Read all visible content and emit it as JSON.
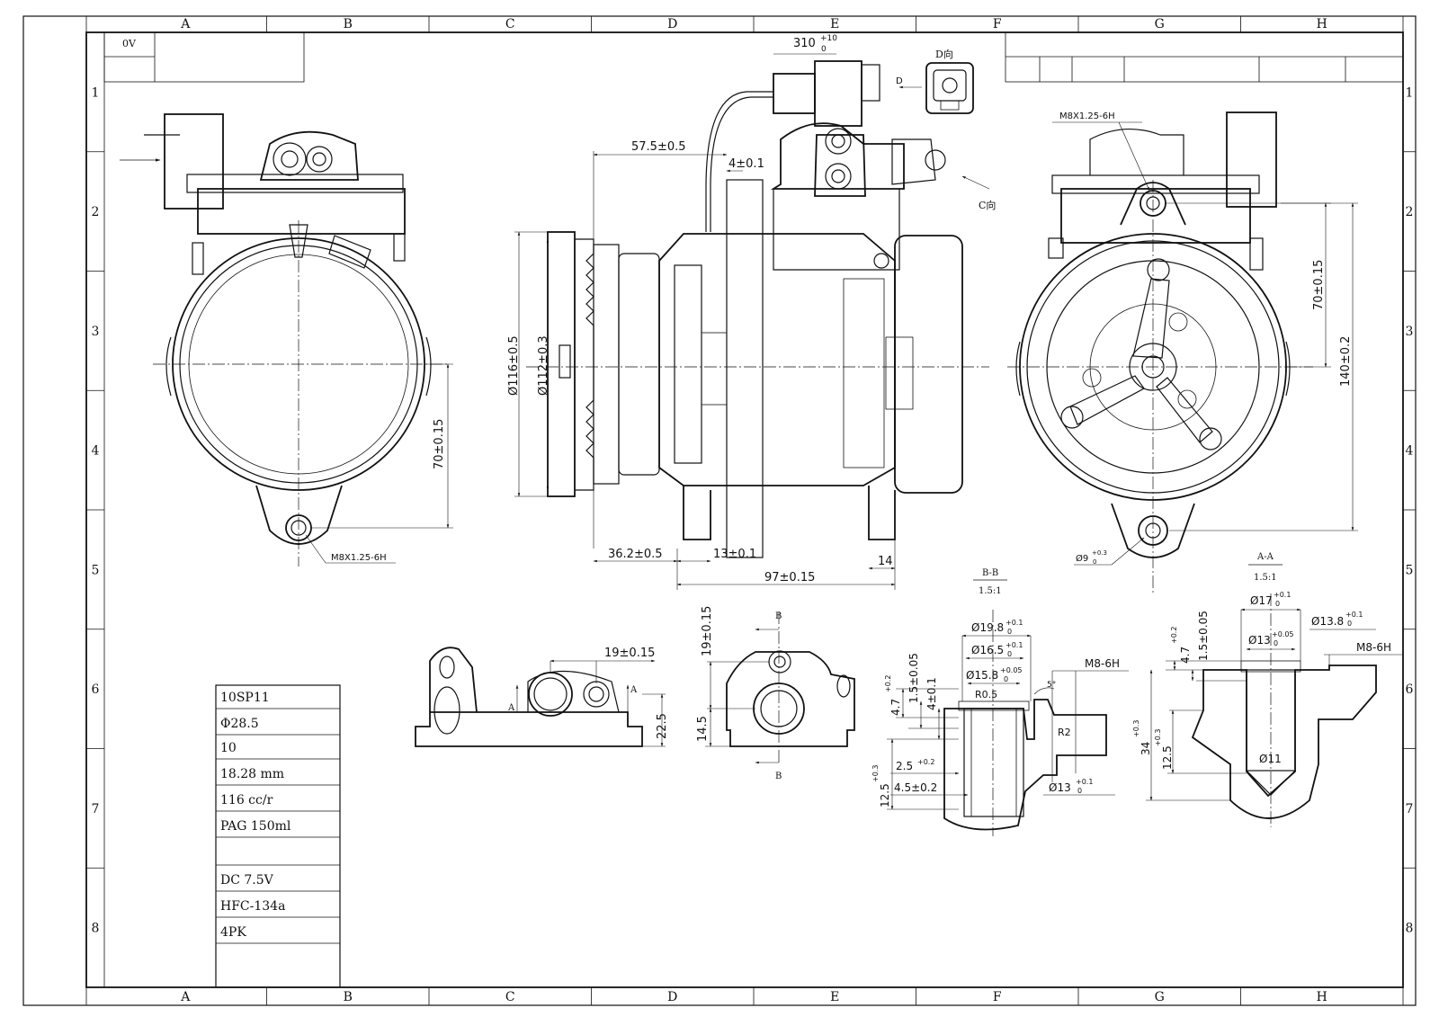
{
  "border": {
    "columns": [
      "A",
      "B",
      "C",
      "D",
      "E",
      "F",
      "G",
      "H"
    ],
    "rows": [
      "1",
      "2",
      "3",
      "4",
      "5",
      "6",
      "7",
      "8"
    ]
  },
  "title_block": {
    "revision": "0V"
  },
  "specs": [
    "10SP11",
    "Φ28.5",
    "10",
    "18.28 mm",
    "116 cc/r",
    "PAG 150ml",
    "",
    "DC 7.5V",
    "HFC-134a",
    "4PK"
  ],
  "side_view": {
    "lead_length": "310",
    "lead_tol": "+10",
    "lead_tol_low": "0",
    "d1": "57.5±0.5",
    "d2": "4±0.1",
    "d3": "Ø116±0.5",
    "d4": "Ø112±0.3",
    "d5": "36.2±0.5",
    "d6": "13±0.1",
    "d7": "97±0.15",
    "d8": "14",
    "view_c": "C向",
    "arrow_d": "D",
    "view_d": "D向"
  },
  "left_view": {
    "d1": "70±0.15",
    "thread": "M8X1.25-6H"
  },
  "right_view": {
    "thread": "M8X1.25-6H",
    "d1": "70±0.15",
    "d2": "140±0.2",
    "bore": "Ø9",
    "bore_tol": "+0.3",
    "bore_tol_low": "0"
  },
  "head_plan": {
    "d1": "19±0.15",
    "d2": "22.5",
    "cut": "A"
  },
  "head_front": {
    "d1": "19±0.15",
    "d2": "14.5",
    "cut": "B"
  },
  "section_bb": {
    "title": "B-B",
    "scale": "1.5:1",
    "d1": "Ø19.8",
    "d1_tol": "+0.1",
    "d2": "Ø16.5",
    "d2_tol": "+0.1",
    "d3": "Ø15.8",
    "d3_tol": "+0.05",
    "tol_low": "0",
    "thread": "M8-6H",
    "r1": "R0.5",
    "r2": "R2",
    "angle": "5°",
    "v1": "4.7",
    "v1_tol": "+0.2",
    "v2": "1.5±0.05",
    "v3": "4±0.1",
    "v4": "12.5",
    "v4_tol": "+0.3",
    "h1": "2.5",
    "h1_tol": "+0.2",
    "h2": "4.5±0.2",
    "d4": "Ø13",
    "d4_tol": "+0.1"
  },
  "section_aa": {
    "title": "A-A",
    "scale": "1.5:1",
    "d1": "Ø17",
    "d1_tol": "+0.1",
    "d2": "Ø13.8",
    "d2_tol": "+0.1",
    "d3": "Ø13",
    "d3_tol": "+0.05",
    "tol_low": "0",
    "thread": "M8-6H",
    "v1": "4.7",
    "v1_tol": "+0.2",
    "v2": "1.5±0.05",
    "v3": "34",
    "v3_tol": "+0.3",
    "v4": "12.5",
    "v4_tol": "+0.3",
    "d4": "Ø11"
  }
}
